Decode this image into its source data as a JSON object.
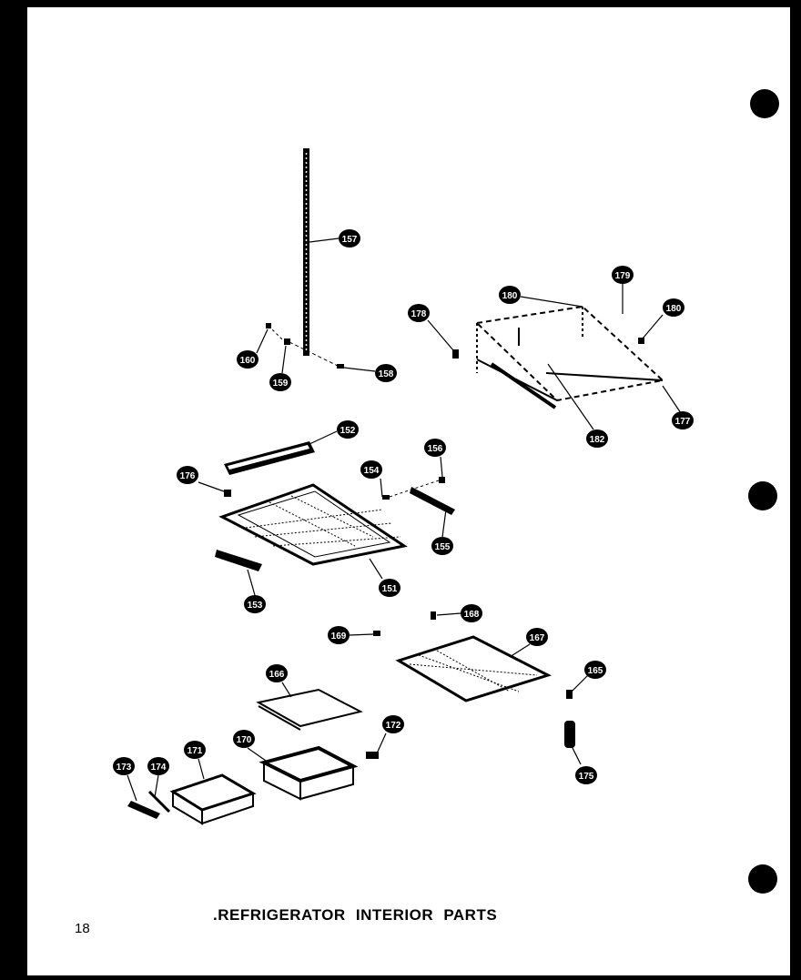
{
  "page": {
    "title": ".REFRIGERATOR INTERIOR PARTS",
    "page_number": "18"
  },
  "callouts": [
    {
      "id": "157",
      "label": "157"
    },
    {
      "id": "160a",
      "label": "160"
    },
    {
      "id": "159",
      "label": "159"
    },
    {
      "id": "158",
      "label": "158"
    },
    {
      "id": "178a",
      "label": "178"
    },
    {
      "id": "180a",
      "label": "180"
    },
    {
      "id": "179",
      "label": "179"
    },
    {
      "id": "180b",
      "label": "180"
    },
    {
      "id": "182",
      "label": "182"
    },
    {
      "id": "177",
      "label": "177"
    },
    {
      "id": "152",
      "label": "152"
    },
    {
      "id": "176",
      "label": "176"
    },
    {
      "id": "154",
      "label": "154"
    },
    {
      "id": "156",
      "label": "156"
    },
    {
      "id": "155",
      "label": "155"
    },
    {
      "id": "151",
      "label": "151"
    },
    {
      "id": "153",
      "label": "153"
    },
    {
      "id": "169",
      "label": "169"
    },
    {
      "id": "168",
      "label": "168"
    },
    {
      "id": "167",
      "label": "167"
    },
    {
      "id": "166",
      "label": "166"
    },
    {
      "id": "165",
      "label": "165"
    },
    {
      "id": "172",
      "label": "172"
    },
    {
      "id": "173",
      "label": "173"
    },
    {
      "id": "174",
      "label": "174"
    },
    {
      "id": "171",
      "label": "171"
    },
    {
      "id": "170",
      "label": "170"
    },
    {
      "id": "175",
      "label": "175"
    }
  ]
}
